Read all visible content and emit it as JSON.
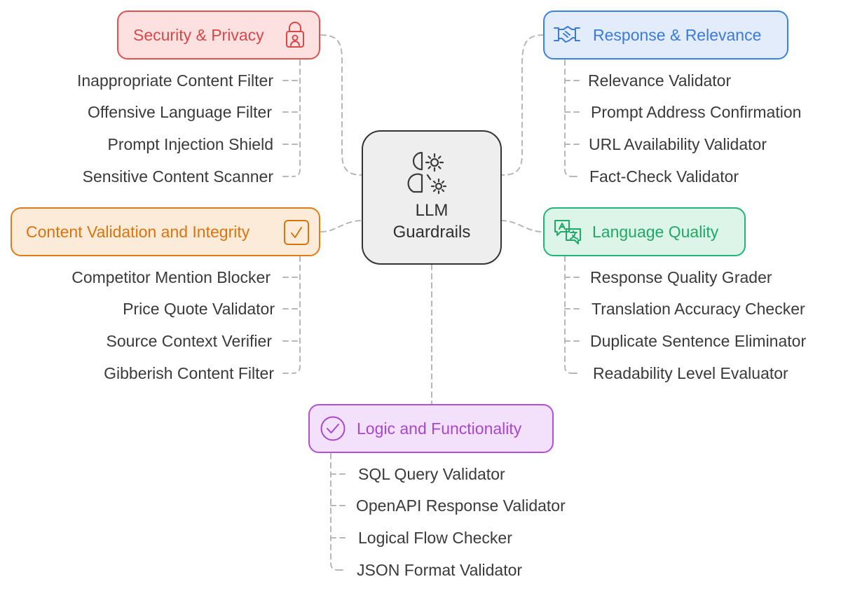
{
  "center": {
    "line1": "LLM",
    "line2": "Guardrails",
    "icon": "brain-gear-icon"
  },
  "colors": {
    "security": "#e05252",
    "response": "#3b82e0",
    "content": "#e07b1a",
    "language": "#22b573",
    "logic": "#b34fd6",
    "connector": "#b7b7b7"
  },
  "categories": {
    "security": {
      "title": "Security & Privacy",
      "icon": "lock-user-icon",
      "items": [
        "Inappropriate Content Filter",
        "Offensive Language Filter",
        "Prompt Injection Shield",
        "Sensitive Content Scanner"
      ]
    },
    "response": {
      "title": "Response & Relevance",
      "icon": "handshake-icon",
      "items": [
        "Relevance Validator",
        "Prompt Address Confirmation",
        "URL Availability Validator",
        "Fact-Check Validator"
      ]
    },
    "content": {
      "title": "Content Validation and Integrity",
      "icon": "checkbox-icon",
      "items": [
        "Competitor Mention Blocker",
        "Price Quote Validator",
        "Source Context Verifier",
        "Gibberish Content Filter"
      ]
    },
    "language": {
      "title": "Language Quality",
      "icon": "translate-icon",
      "items": [
        "Response Quality Grader",
        "Translation Accuracy Checker",
        "Duplicate Sentence Eliminator",
        "Readability Level Evaluator"
      ]
    },
    "logic": {
      "title": "Logic and Functionality",
      "icon": "check-circle-icon",
      "items": [
        "SQL Query Validator",
        "OpenAPI Response Validator",
        "Logical Flow Checker",
        "JSON Format Validator"
      ]
    }
  }
}
